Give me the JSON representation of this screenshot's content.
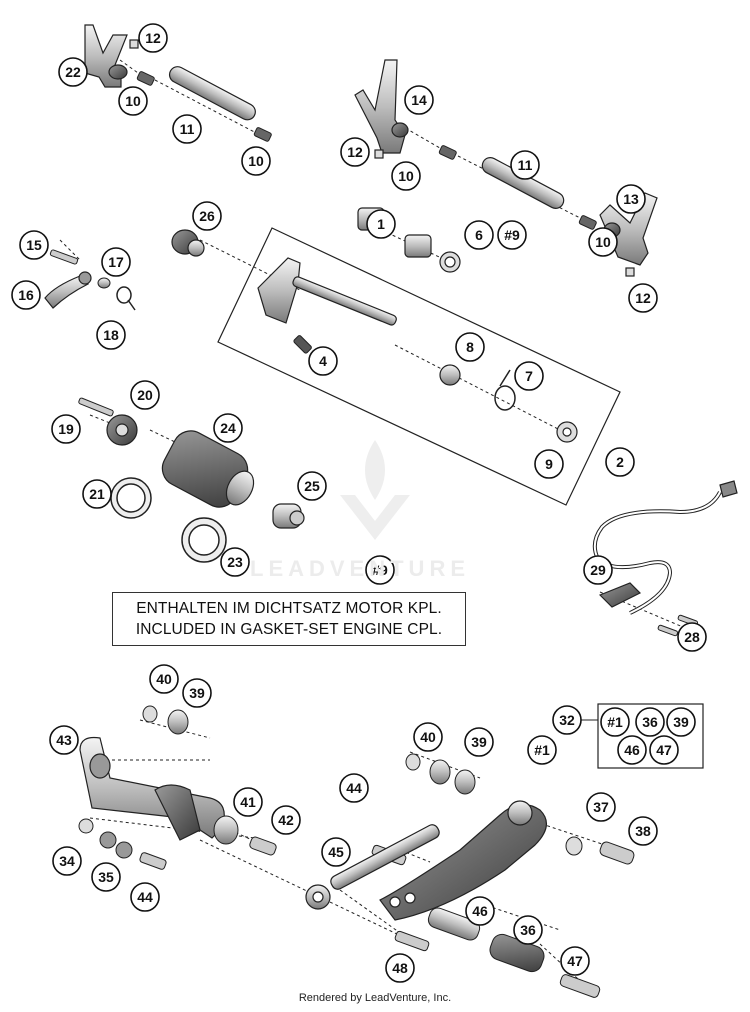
{
  "callouts": [
    {
      "id": "c12a",
      "label": "12"
    },
    {
      "id": "c22",
      "label": "22"
    },
    {
      "id": "c10a",
      "label": "10"
    },
    {
      "id": "c11a",
      "label": "11"
    },
    {
      "id": "c10b",
      "label": "10"
    },
    {
      "id": "c14",
      "label": "14"
    },
    {
      "id": "c12b",
      "label": "12"
    },
    {
      "id": "c10c",
      "label": "10"
    },
    {
      "id": "c11b",
      "label": "11"
    },
    {
      "id": "c13",
      "label": "13"
    },
    {
      "id": "c10d",
      "label": "10"
    },
    {
      "id": "c12c",
      "label": "12"
    },
    {
      "id": "c26",
      "label": "26"
    },
    {
      "id": "c1",
      "label": "1"
    },
    {
      "id": "c6",
      "label": "6"
    },
    {
      "id": "c9h",
      "label": "#9"
    },
    {
      "id": "c15",
      "label": "15"
    },
    {
      "id": "c17",
      "label": "17"
    },
    {
      "id": "c16",
      "label": "16"
    },
    {
      "id": "c18",
      "label": "18"
    },
    {
      "id": "c4",
      "label": "4"
    },
    {
      "id": "c8",
      "label": "8"
    },
    {
      "id": "c7",
      "label": "7"
    },
    {
      "id": "c20",
      "label": "20"
    },
    {
      "id": "c19",
      "label": "19"
    },
    {
      "id": "c24",
      "label": "24"
    },
    {
      "id": "c9",
      "label": "9"
    },
    {
      "id": "c2",
      "label": "2"
    },
    {
      "id": "c21",
      "label": "21"
    },
    {
      "id": "c25",
      "label": "25"
    },
    {
      "id": "c23",
      "label": "23"
    },
    {
      "id": "c9h2",
      "label": "#9"
    },
    {
      "id": "c29",
      "label": "29"
    },
    {
      "id": "c28",
      "label": "28"
    },
    {
      "id": "c40a",
      "label": "40"
    },
    {
      "id": "c39a",
      "label": "39"
    },
    {
      "id": "c43",
      "label": "43"
    },
    {
      "id": "c41",
      "label": "41"
    },
    {
      "id": "c42",
      "label": "42"
    },
    {
      "id": "c34",
      "label": "34"
    },
    {
      "id": "c35",
      "label": "35"
    },
    {
      "id": "c44a",
      "label": "44"
    },
    {
      "id": "c40b",
      "label": "40"
    },
    {
      "id": "c39b",
      "label": "39"
    },
    {
      "id": "c44b",
      "label": "44"
    },
    {
      "id": "c1h",
      "label": "#1"
    },
    {
      "id": "c45",
      "label": "45"
    },
    {
      "id": "c32",
      "label": "32"
    },
    {
      "id": "k1h",
      "label": "#1"
    },
    {
      "id": "k36",
      "label": "36"
    },
    {
      "id": "k39",
      "label": "39"
    },
    {
      "id": "k46",
      "label": "46"
    },
    {
      "id": "k47",
      "label": "47"
    },
    {
      "id": "c37",
      "label": "37"
    },
    {
      "id": "c38",
      "label": "38"
    },
    {
      "id": "c46",
      "label": "46"
    },
    {
      "id": "c36",
      "label": "36"
    },
    {
      "id": "c47",
      "label": "47"
    },
    {
      "id": "c48",
      "label": "48"
    }
  ],
  "note": {
    "line1": "ENTHALTEN IM DICHTSATZ MOTOR KPL.",
    "line2": "INCLUDED IN GASKET-SET ENGINE CPL."
  },
  "watermark": "LEADVENTURE",
  "footer": "Rendered by LeadVenture, Inc."
}
